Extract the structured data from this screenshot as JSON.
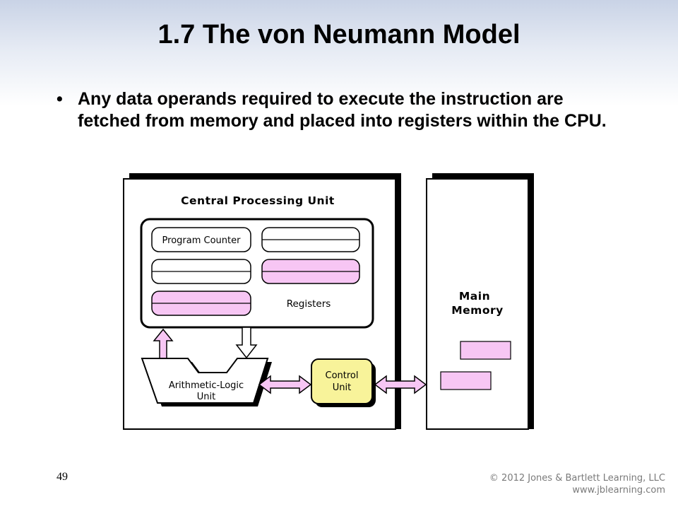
{
  "slide": {
    "title": "1.7 The von Neumann Model",
    "bullet": "Any data operands required to execute the instruction are fetched from memory and placed into registers within the CPU.",
    "slide_number": "49",
    "copyright_line1": "© 2012 Jones & Bartlett Learning, LLC",
    "copyright_line2": "www.jblearning.com"
  },
  "diagram": {
    "cpu_label": "Central Processing Unit",
    "program_counter_label": "Program Counter",
    "registers_label": "Registers",
    "alu_label_line1": "Arithmetic-Logic",
    "alu_label_line2": "Unit",
    "control_label_line1": "Control",
    "control_label_line2": "Unit",
    "memory_label_line1": "Main",
    "memory_label_line2": "Memory",
    "colors": {
      "register_highlight": "#f7c6f4",
      "control_unit": "#f8f39a",
      "arrow_fill": "#f7c6f4",
      "shadow": "#000000"
    }
  }
}
